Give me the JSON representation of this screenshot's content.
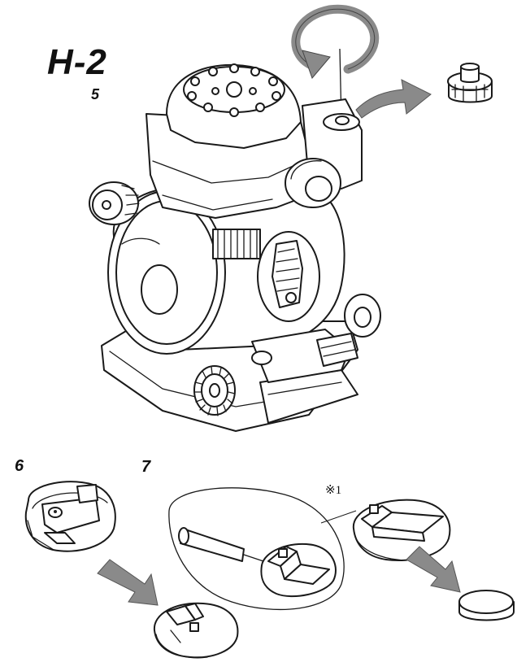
{
  "figure": {
    "title": "H-2",
    "step_labels": [
      "5",
      "6",
      "7"
    ],
    "note_mark": "※1"
  },
  "colors": {
    "line": "#1a1a1a",
    "arrow_fill": "#8a8a8a",
    "background": "#ffffff"
  },
  "icons": {
    "rotation": "counterclockwise-arrow-icon",
    "removal": "gray-arrow-icon"
  }
}
